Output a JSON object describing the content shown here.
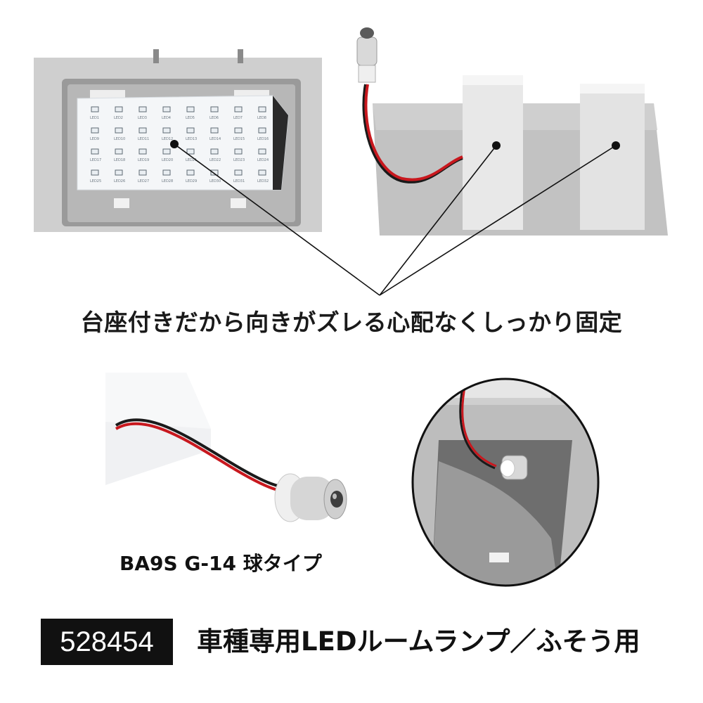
{
  "photos": {
    "panel_photo": {
      "led_labels": [
        "LED1",
        "LED2",
        "LED3",
        "LED4",
        "LED5",
        "LED6",
        "LED7",
        "LED8",
        "LED9",
        "LED10",
        "LED11",
        "LED12",
        "LED13",
        "LED14",
        "LED15",
        "LED16",
        "LED17",
        "LED18",
        "LED19",
        "LED20",
        "LED21",
        "LED22",
        "LED23",
        "LED24",
        "LED25",
        "LED26",
        "LED27",
        "LED28",
        "LED29",
        "LED30",
        "LED31",
        "LED32"
      ]
    },
    "mount_photo": {},
    "bulb_photo": {},
    "installed_photo": {}
  },
  "caption_main": "台座付きだから向きがズレる心配なくしっかり固定",
  "caption_bulb": "BA9S G-14 球タイプ",
  "product_code": "528454",
  "product_title": "車種専用LEDルームランプ／ふそう用",
  "colors": {
    "wire_red": "#c8181e",
    "wire_black": "#1a1a1a",
    "badge": "#111111",
    "housing_gray": "#d2d2d2"
  }
}
